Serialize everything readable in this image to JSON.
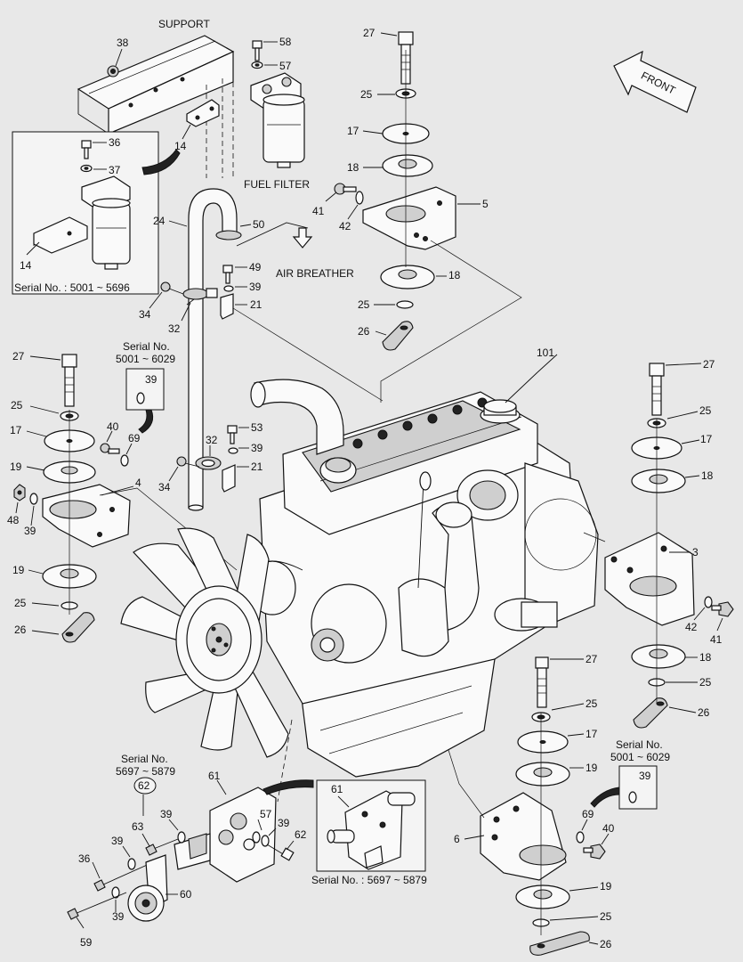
{
  "labels": {
    "support": "SUPPORT",
    "fuel_filter": "FUEL FILTER",
    "air_breather": "AIR BREATHER",
    "front": "FRONT"
  },
  "serials": {
    "s5001_5696": "Serial No. : 5001 ~ 5696",
    "s_no": "Serial No.",
    "s5001_6029": "5001 ~ 6029",
    "s5697_5879": "5697 ~ 5879",
    "s5697_5879_full": "Serial No. : 5697 ~ 5879"
  },
  "callouts": {
    "support_bolt": "38",
    "filter_bolt": "58",
    "filter_washer": "57",
    "bracket_14": "14",
    "inset_bolt": "36",
    "inset_washer": "37",
    "inset_bracket": "14",
    "breather_hose": "24",
    "hose_clamp": "50",
    "clip_bolt_top": "49",
    "clip_washer_top": "39",
    "clip_top": "21",
    "clamp_bolt_top": "34",
    "clamp_top": "32",
    "rr_bolt": "27",
    "rr_washer": "25",
    "rr_plate": "17",
    "rr_mount_upper": "18",
    "rr_bracket_bolt": "41",
    "rr_bracket_washer": "42",
    "rr_bracket": "5",
    "rr_mount_lower": "18",
    "rr_washer_lower": "25",
    "rr_stopper": "26",
    "fl_bolt": "27",
    "fl_washer": "25",
    "fl_plate": "17",
    "fl_mount_upper": "19",
    "fl_bracket_bolt": "40",
    "fl_washer_69": "69",
    "fl_inset_washer": "39",
    "fl_bracket": "4",
    "fl_nut": "48",
    "fl_washer_39": "39",
    "fl_mount_lower": "19",
    "fl_washer_lower": "25",
    "fl_stopper": "26",
    "clip_bolt_mid": "53",
    "clamp_mid": "32",
    "clip_washer_mid": "39",
    "clip_mid": "21",
    "clamp_bolt_mid": "34",
    "engine": "101",
    "fr_bolt": "27",
    "fr_washer": "25",
    "fr_plate": "17",
    "fr_mount_upper": "18",
    "fr_bracket": "3",
    "fr_bracket_washer": "42",
    "fr_bracket_bolt": "41",
    "fr_mount_lower": "18",
    "fr_washer_lower": "25",
    "fr_stopper": "26",
    "rl_bolt": "27",
    "rl_washer": "25",
    "rl_plate": "17",
    "rl_mount_upper": "19",
    "rl_inset_washer": "39",
    "rl_washer_69": "69",
    "rl_bracket_bolt": "40",
    "rl_bracket": "6",
    "rl_mount_lower": "19",
    "rl_washer_lower": "25",
    "rl_stopper": "26",
    "tensioner_bracket": "61",
    "inset61": "61",
    "tens_part_circled": "62",
    "tens_bolt_63": "63",
    "tens_washer_39a": "39",
    "tens_washer_57": "57",
    "tens_washer_39b": "39",
    "tens_bolt_62": "62",
    "tens_washer_39c": "39",
    "tens_bolt_36": "36",
    "tens_pulley": "60",
    "tens_washer_39d": "39",
    "tens_bolt_59": "59"
  }
}
